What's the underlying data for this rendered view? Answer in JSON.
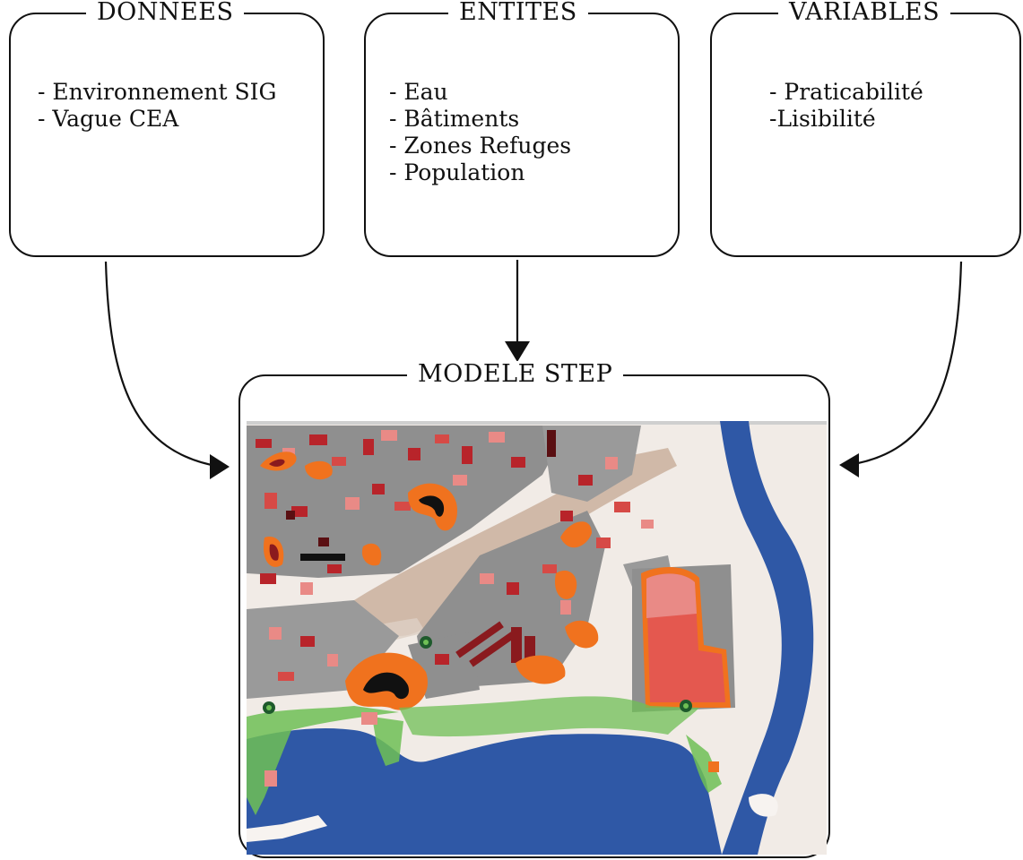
{
  "donnees": {
    "title": "DONNEES",
    "items": [
      "- Environnement SIG",
      "- Vague CEA"
    ]
  },
  "entites": {
    "title": "ENTITES",
    "items": [
      "- Eau",
      "- Bâtiments",
      "- Zones Refuges",
      "- Population"
    ]
  },
  "variables": {
    "title": "VARIABLES",
    "items": [
      "- Praticabilité",
      "-Lisibilité"
    ]
  },
  "modele": {
    "title": "MODELE STEP"
  },
  "colors": {
    "water": "#2f58a6",
    "sand": "#f1ebe6",
    "road": "#8f8f8f",
    "building": "#b8242a",
    "building_light": "#e98a86",
    "refuge": "#e4584f",
    "danger_outline": "#f0721e",
    "dark": "#5a0f12",
    "vegetation": "#6fbf55",
    "marker": "#1e5a2c"
  }
}
